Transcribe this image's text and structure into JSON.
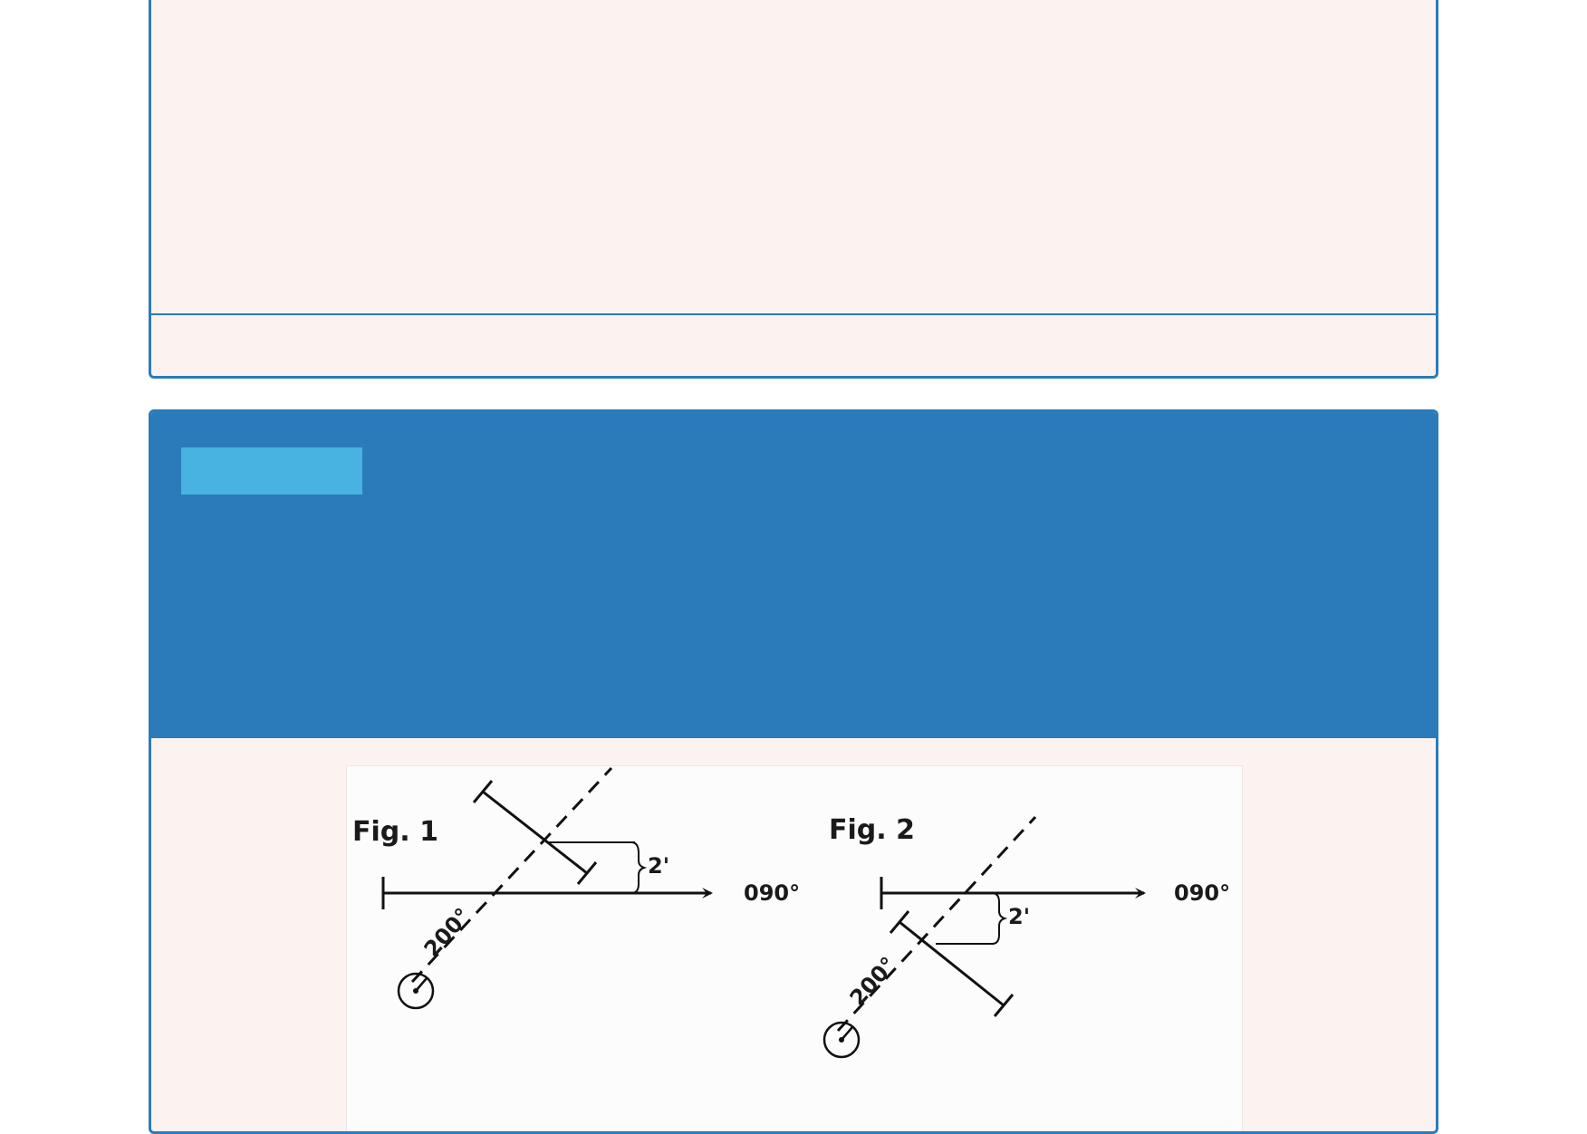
{
  "top_card": {
    "footer_text": ""
  },
  "question_card": {
    "badge_label": "",
    "header_text": ""
  },
  "figure": {
    "fig1": {
      "title": "Fig. 1",
      "bearing_label": "200°",
      "course_label": "090°",
      "deviation_label": "2'"
    },
    "fig2": {
      "title": "Fig. 2",
      "bearing_label": "200°",
      "course_label": "090°",
      "deviation_label": "2'"
    }
  },
  "colors": {
    "accent": "#2b7bbb",
    "badge": "#48b3e0",
    "card_background": "#fcf3f1"
  }
}
